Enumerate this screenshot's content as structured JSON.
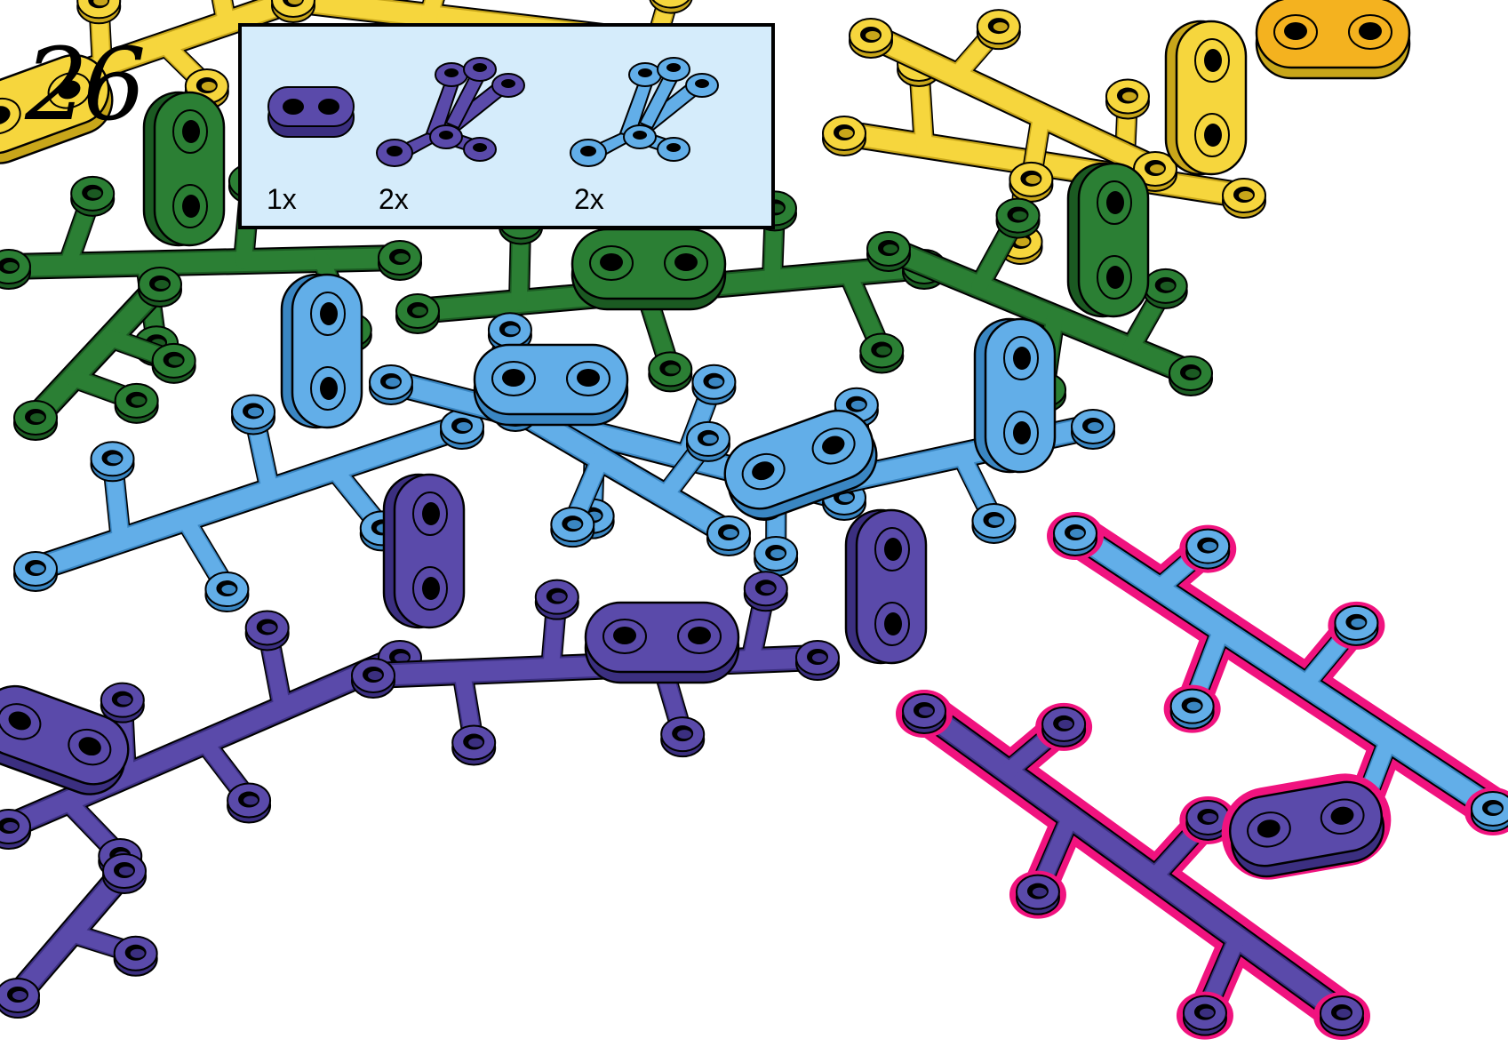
{
  "step": {
    "number": "26"
  },
  "colors": {
    "yellow": "#f6d63d",
    "yellow_dark": "#c8a61a",
    "orange": "#f4b21f",
    "green": "#2b7f34",
    "green_dark": "#1b5a22",
    "light_blue": "#62aee8",
    "light_blue_dark": "#3a86c2",
    "purple": "#5a4aaa",
    "purple_dark": "#3b2f80",
    "highlight": "#f0137f",
    "callout_bg": "#d5ecfb"
  },
  "callout": {
    "parts": [
      {
        "name": "plate-2x1-rounded",
        "color": "purple",
        "quantity": "1x"
      },
      {
        "name": "branch-piece",
        "color": "purple",
        "quantity": "2x"
      },
      {
        "name": "branch-piece",
        "color": "light_blue",
        "quantity": "2x"
      }
    ]
  }
}
